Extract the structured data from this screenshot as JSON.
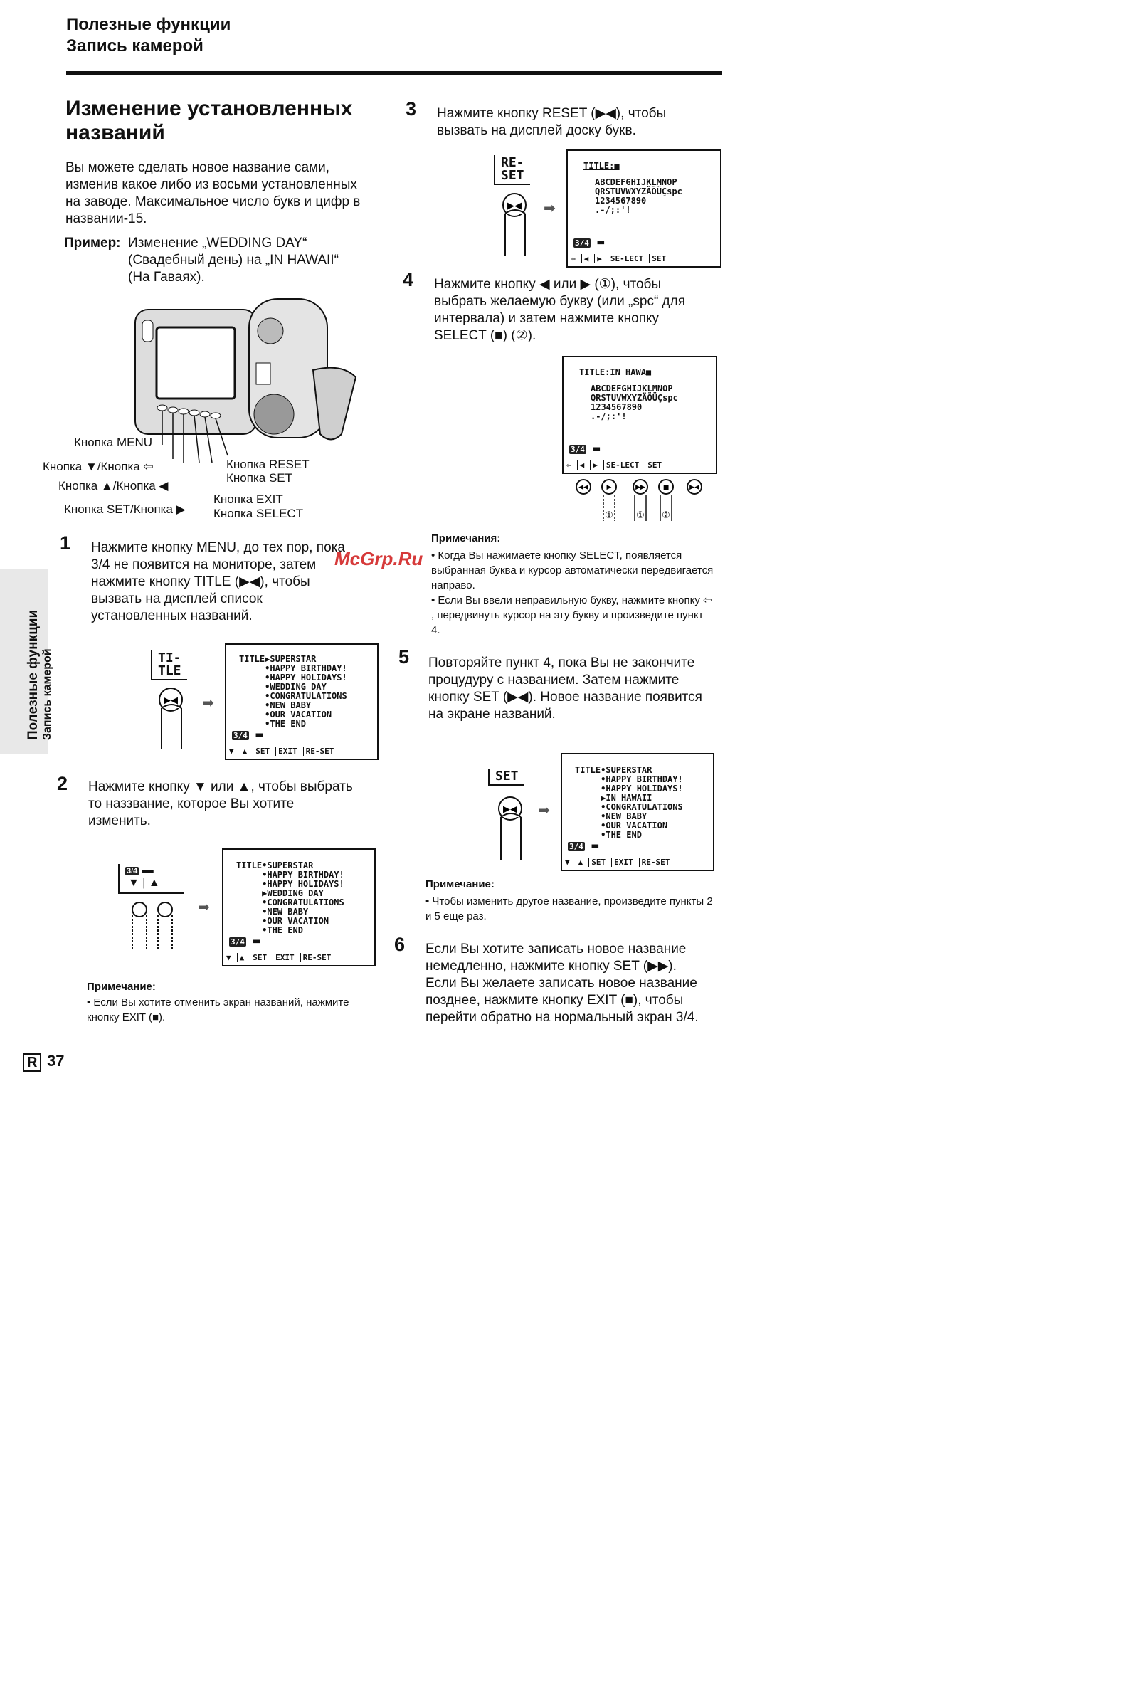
{
  "header": {
    "line1": "Полезные функции",
    "line2": "Запись камерой"
  },
  "section_title": "Изменение установленных названий",
  "intro": "Вы можете сделать новое название сами, изменив какое либо из восьми установленных на заводе. Максимальное число букв и цифр в названии-15.",
  "example": {
    "label": "Пример:",
    "text1": "Изменение „WEDDING DAY“",
    "text2": "(Свадебный день) на „IN HAWAII“",
    "text3": "(На Гавaях)."
  },
  "camera_labels": {
    "menu": "Кнопка MENU",
    "down_back": "Кнопка ▼/Кнопка ⇦",
    "up_left": "Кнопка ▲/Кнопка ◀",
    "set_right": "Кнопка SET/Кнопка ▶",
    "reset": "Кнопка RESET",
    "set": "Кнопка SET",
    "exit": "Кнопка EXIT",
    "select": "Кнопка SELECT"
  },
  "steps": {
    "s1": {
      "num": "1",
      "text": "Нажмите кнопку MENU, до тех пор, пока 3/4 не появится на мониторе, затем нажмите кнопку TITLE (▶◀), чтобы вызвать на дисплей список установленных названий."
    },
    "s2": {
      "num": "2",
      "text": "Нажмите кнопку ▼ или ▲, чтобы выбрать то наззвание, которое Вы хотите изменить."
    },
    "s3": {
      "num": "3",
      "text": "Нажмите кнопку RESET (▶◀), чтобы вызвать на дисплей доску букв."
    },
    "s4": {
      "num": "4",
      "text": "Нажмите кнопку ◀ или ▶ (①), чтобы выбрать желаемую букву (или „spc“ для интервала) и затем нажмите кнопку SELECT (■) (②)."
    },
    "s5": {
      "num": "5",
      "text": "Повторяйте пункт 4, пока Вы не закончите процудуру с названием. Затем нажмите кнопку SET (▶◀). Новое название появится на экране названий."
    },
    "s6": {
      "num": "6",
      "text": "Если Вы хотите записать новое название немедленно, нажмите кнопку SET (▶▶). Если Вы желаете записать новое название позднее, нажмите кнопку EXIT (■), чтобы перейти обратно на нормальный экран 3/4."
    }
  },
  "button_labels": {
    "title": "TI-\nTLE",
    "reset": "RE-\nSET",
    "set": "SET"
  },
  "screens": {
    "list1": "TITLE▶SUPERSTAR\n     •HAPPY BIRTHDAY!\n     •HAPPY HOLIDAYS!\n     •WEDDING DAY\n     •CONGRATULATIONS\n     •NEW BABY\n     •OUR VACATION\n     •THE END",
    "list2": "TITLE•SUPERSTAR\n     •HAPPY BIRTHDAY!\n     •HAPPY HOLIDAYS!\n     ▶WEDDING DAY\n     •CONGRATULATIONS\n     •NEW BABY\n     •OUR VACATION\n     •THE END",
    "list3": "TITLE•SUPERSTAR\n     •HAPPY BIRTHDAY!\n     •HAPPY HOLIDAYS!\n     ▶IN HAWAII\n     •CONGRATULATIONS\n     •NEW BABY\n     •OUR VACATION\n     •THE END",
    "board1_title": "TITLE:■",
    "board2_title": "TITLE:IN HAWA■",
    "board_letters": "ABCDEFGHIJKLMNOP\nQRSTUVWXYZÄÖÜÇspc\n1234567890\n.-/;:'!",
    "bar_list": [
      "▼",
      "▲",
      "SET",
      "EXIT",
      "RE-SET"
    ],
    "bar_board": [
      "⇦",
      "◀",
      "▶",
      "SE-LECT",
      "SET"
    ],
    "badge": "3/4"
  },
  "notes": {
    "n2_head": "Примечание:",
    "n2_item": "Если Вы хотите отменить экран названий, нажмите кнопку EXIT (■).",
    "n4_head": "Примечания:",
    "n4_item1": "Когда Вы нажимаете кнопку SELECT, появляется выбранная буква и курсор автоматически передвигается направо.",
    "n4_item2": "Если Вы ввели неправильную букву, нажмите кнопку ⇦ , передвинуть курсор на эту букву и произведите пункт 4.",
    "n5_head": "Примечание:",
    "n5_item": "Чтобы изменить другое название, произведите пункты 2 и 5 еще раз."
  },
  "side_tab": {
    "line1": "Полезные функции",
    "line2": "Запись камерой"
  },
  "footer": {
    "region": "R",
    "page": "37"
  },
  "watermark": "McGrp.Ru"
}
